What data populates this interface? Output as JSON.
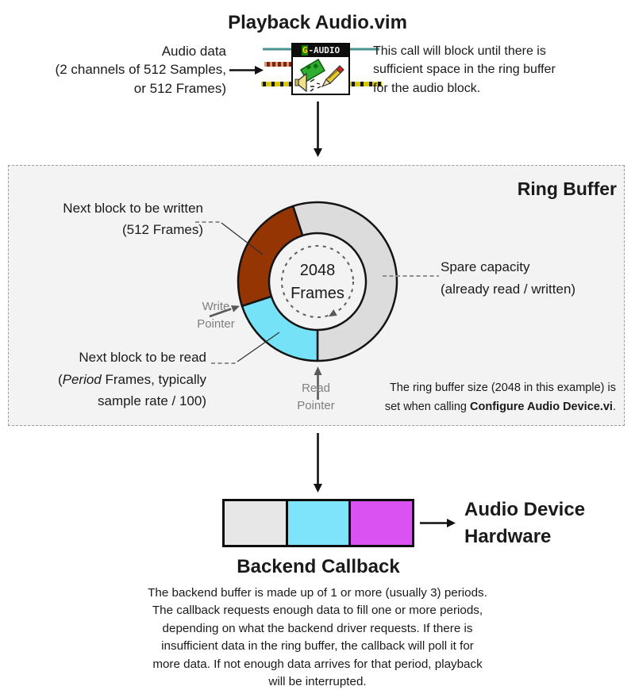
{
  "page_title": "Playback Audio.vim",
  "top": {
    "input_label_lines": [
      "Audio data",
      "(2 channels of 512 Samples,",
      "or 512 Frames)"
    ],
    "vi_icon": {
      "banner_g": "G",
      "banner_rest": "-AUDIO"
    },
    "note_lines": [
      "This call will block until there is",
      "sufficient space in the ring buffer",
      "for the audio block."
    ]
  },
  "ring_buffer": {
    "title": "Ring Buffer",
    "center": {
      "value": "2048",
      "unit": "Frames"
    },
    "written_label_lines": [
      "Next block to be written",
      "(512 Frames)"
    ],
    "write_pointer_lines": [
      "Write",
      "Pointer"
    ],
    "read_label": {
      "line1": "Next block to be read",
      "line2_pre": "(",
      "line2_italic": "Period",
      "line2_post": " Frames, typically",
      "line3": "sample rate / 100)"
    },
    "read_pointer_lines": [
      "Read",
      "Pointer"
    ],
    "spare_label_lines": [
      "Spare capacity",
      "(already read / written)"
    ],
    "note": {
      "line1": "The ring buffer size (2048 in this example) is",
      "line2_pre": "set when calling ",
      "line2_bold": "Configure Audio Device.vi",
      "line2_post": "."
    }
  },
  "chart_data": {
    "type": "donut",
    "title": "Ring Buffer",
    "center_label": "2048 Frames",
    "total_frames": 2048,
    "rotation": "clockwise",
    "segments": [
      {
        "name": "spare-capacity",
        "label": "Spare capacity (already read / written)",
        "start_deg": 342,
        "end_deg": 540,
        "color": "#dcdcdc"
      },
      {
        "name": "next-block-to-write",
        "label": "Next block to be written (512 Frames)",
        "frames": 512,
        "start_deg": 252,
        "end_deg": 342,
        "color": "#953503"
      },
      {
        "name": "next-block-to-read",
        "label": "Next block to be read (Period Frames, typically sample rate / 100)",
        "start_deg": 180,
        "end_deg": 252,
        "color": "#76e2f8"
      }
    ]
  },
  "backend": {
    "bar_segments": [
      {
        "name": "period-1",
        "color": "#e7e7e7"
      },
      {
        "name": "period-2",
        "color": "#7de4fb"
      },
      {
        "name": "period-3",
        "color": "#db52f2"
      }
    ],
    "hardware_label_lines": [
      "Audio Device",
      "Hardware"
    ],
    "heading": "Backend Callback",
    "description_lines": [
      "The backend buffer is made up of 1 or more (usually 3) periods.",
      "The callback requests enough data to fill one or more periods,",
      "depending on what the backend driver requests. If there is",
      "insufficient data in the ring buffer, the callback will poll it for",
      "more data. If not enough data arrives for that period, playback",
      "will be interrupted."
    ]
  }
}
